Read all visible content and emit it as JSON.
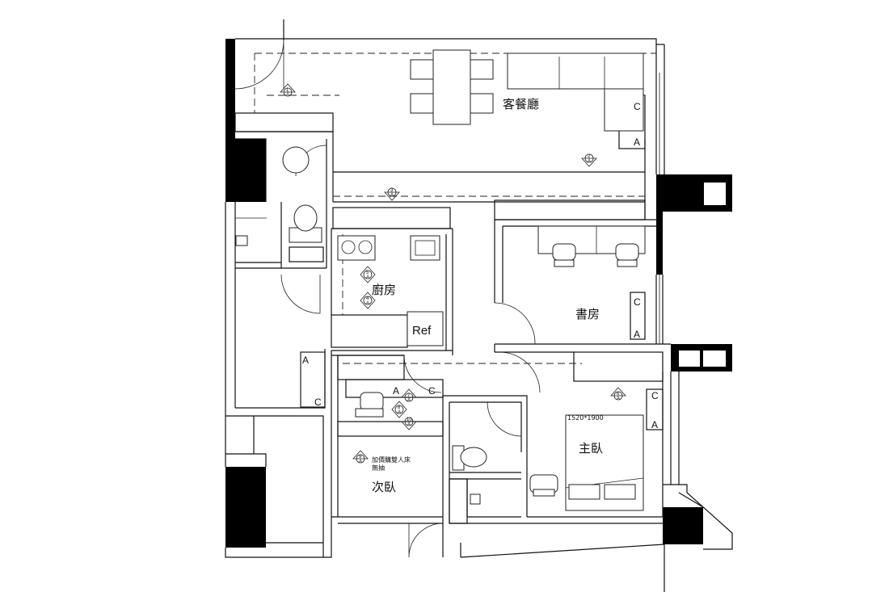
{
  "rooms": {
    "living": "客餐廳",
    "kitchen": "廚房",
    "study": "書房",
    "master": "主臥",
    "second": "次臥"
  },
  "fridge_label": "Ref",
  "bed_size": "1520*1900",
  "second_note_line1": "加價購雙人床",
  "second_note_line2": "無抽",
  "cabinet_tag_a": "A",
  "cabinet_tag_c": "C",
  "elevation_markers": [
    {
      "num": "1",
      "sub": "A"
    },
    {
      "num": "2",
      "sub": "A"
    },
    {
      "num": "3",
      "sub": "A"
    },
    {
      "num": "5",
      "sub": "A"
    },
    {
      "num": "4",
      "sub": "A"
    },
    {
      "num": "6",
      "sub": "A"
    },
    {
      "num": "7",
      "sub": "A"
    },
    {
      "num": "8",
      "sub": "A"
    },
    {
      "num": "10",
      "sub": "A"
    },
    {
      "num": "9",
      "sub": "A"
    }
  ]
}
